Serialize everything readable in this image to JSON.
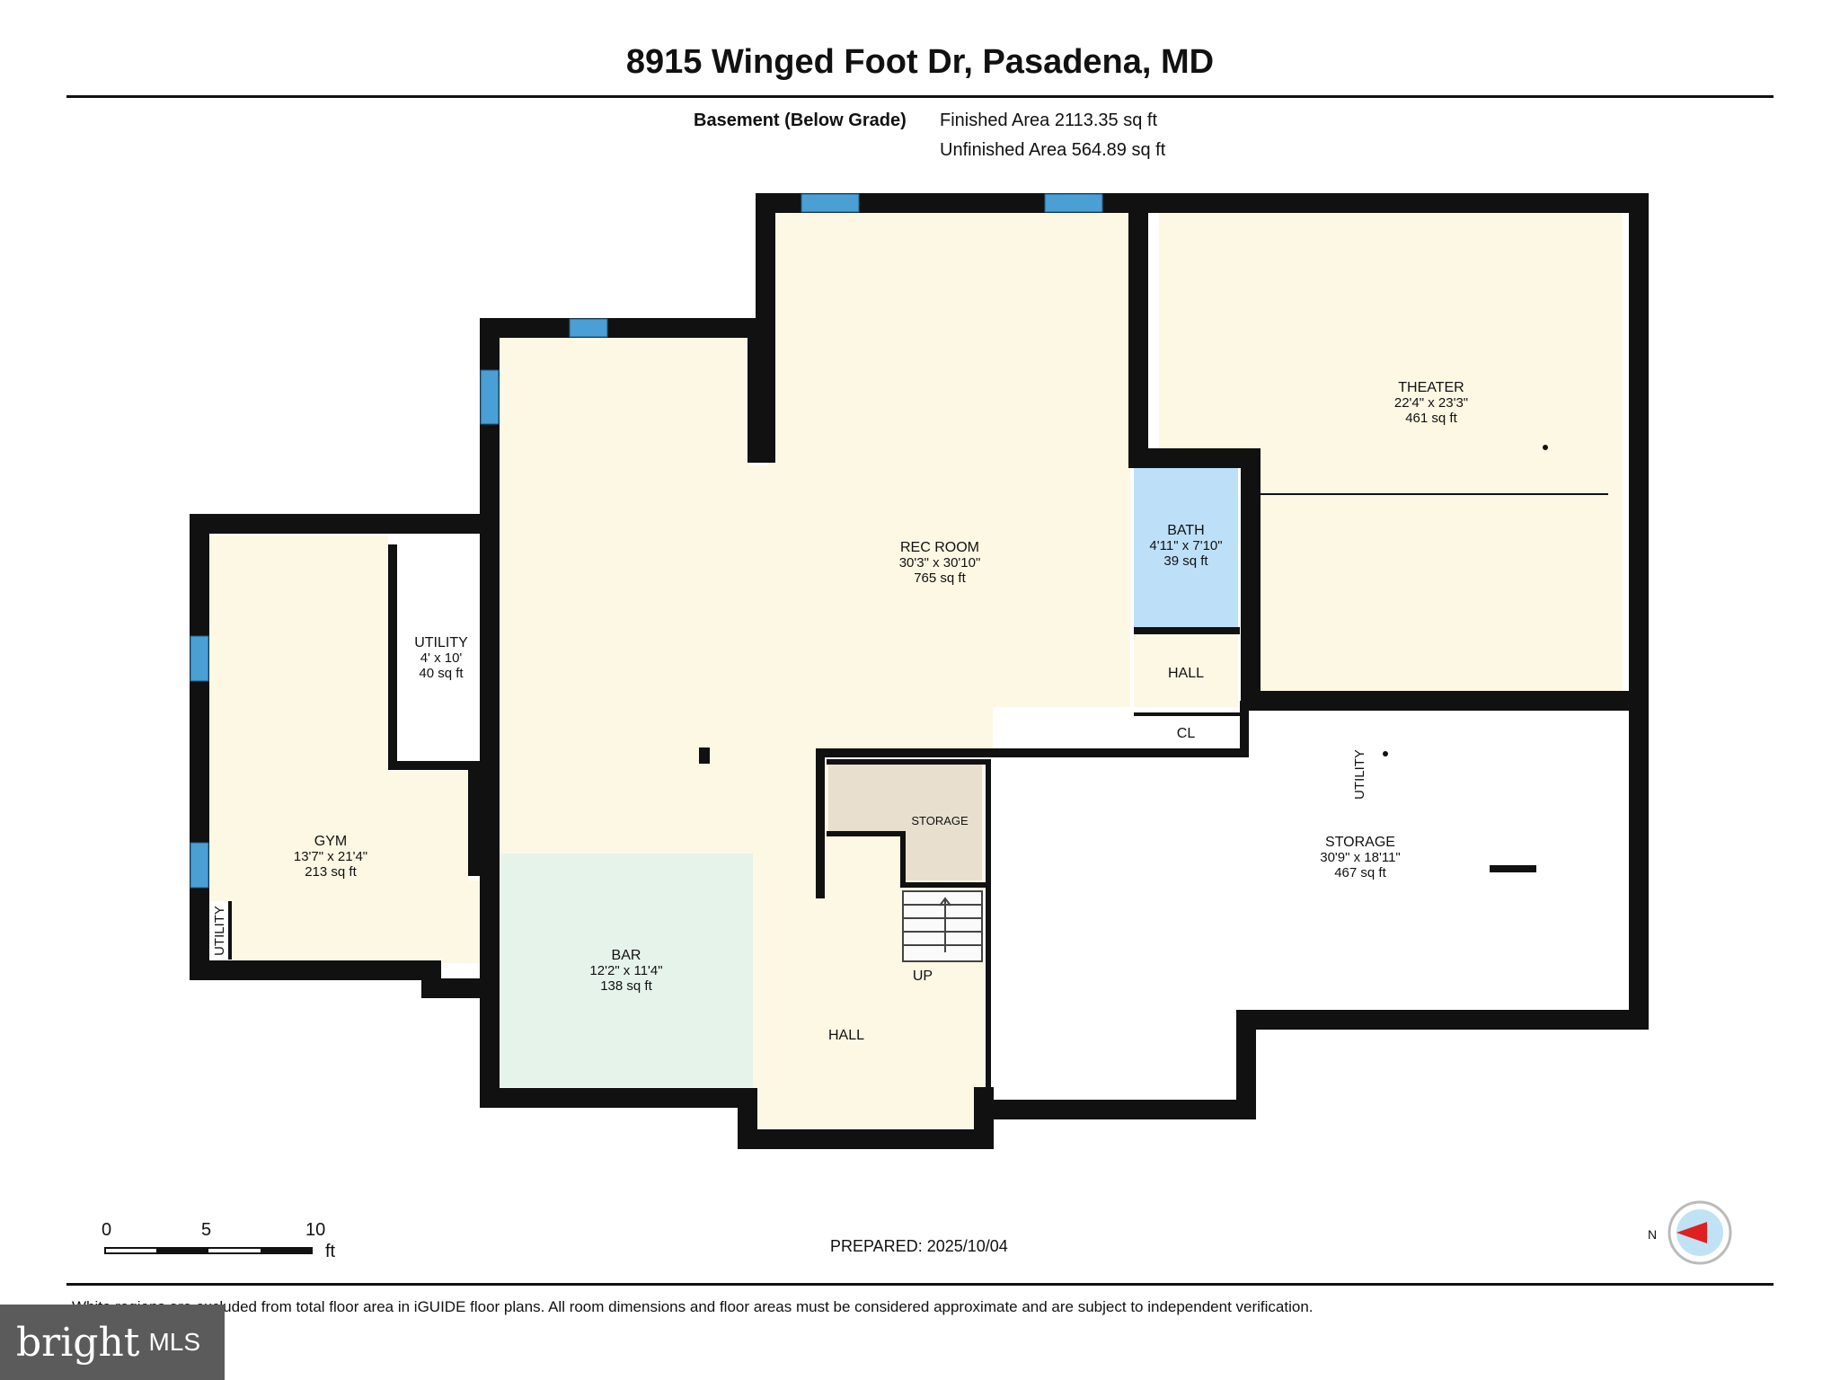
{
  "header": {
    "title": "8915 Winged Foot Dr, Pasadena, MD",
    "floor_label": "Basement (Below Grade)",
    "finished_area": "Finished Area 2113.35 sq ft",
    "unfinished_area": "Unfinished Area 564.89 sq ft"
  },
  "rooms": {
    "rec_room": {
      "name": "REC ROOM",
      "dims": "30'3\" x 30'10\"",
      "area": "765 sq ft"
    },
    "theater": {
      "name": "THEATER",
      "dims": "22'4\" x 23'3\"",
      "area": "461 sq ft"
    },
    "bath": {
      "name": "BATH",
      "dims": "4'11\" x 7'10\"",
      "area": "39 sq ft"
    },
    "hall_upper": {
      "name": "HALL"
    },
    "closet": {
      "name": "CL"
    },
    "utility_mid": {
      "name": "UTILITY",
      "dims": "4' x 10'",
      "area": "40 sq ft"
    },
    "gym": {
      "name": "GYM",
      "dims": "13'7\" x 21'4\"",
      "area": "213 sq ft"
    },
    "utility_small": {
      "name": "UTILITY"
    },
    "storage_small": {
      "name": "STORAGE"
    },
    "storage_large": {
      "name": "STORAGE",
      "dims": "30'9\" x 18'11\"",
      "area": "467 sq ft"
    },
    "utility_vertical": {
      "name": "UTILITY"
    },
    "bar": {
      "name": "BAR",
      "dims": "12'2\" x 11'4\"",
      "area": "138 sq ft"
    },
    "hall_lower": {
      "name": "HALL"
    },
    "stairs": {
      "name": "UP"
    }
  },
  "colors": {
    "finished": "#fdf8e4",
    "bath": "#bde0f8",
    "bar": "#e6f3ea",
    "storage": "#e8dfcf",
    "closet": "#e4dbc8",
    "unfinished": "#ffffff",
    "window": "#4a9fd4",
    "wall": "#111111"
  },
  "scale": {
    "ticks": [
      "0",
      "5",
      "10"
    ],
    "unit": "ft"
  },
  "footer": {
    "prepared": "PREPARED: 2025/10/04",
    "disclaimer": "White regions are excluded from total floor area in iGUIDE floor plans. All room dimensions and floor areas must be considered approximate and are subject to independent verification.",
    "logo_word": "bright",
    "logo_mls": "MLS",
    "compass_label": "N"
  }
}
